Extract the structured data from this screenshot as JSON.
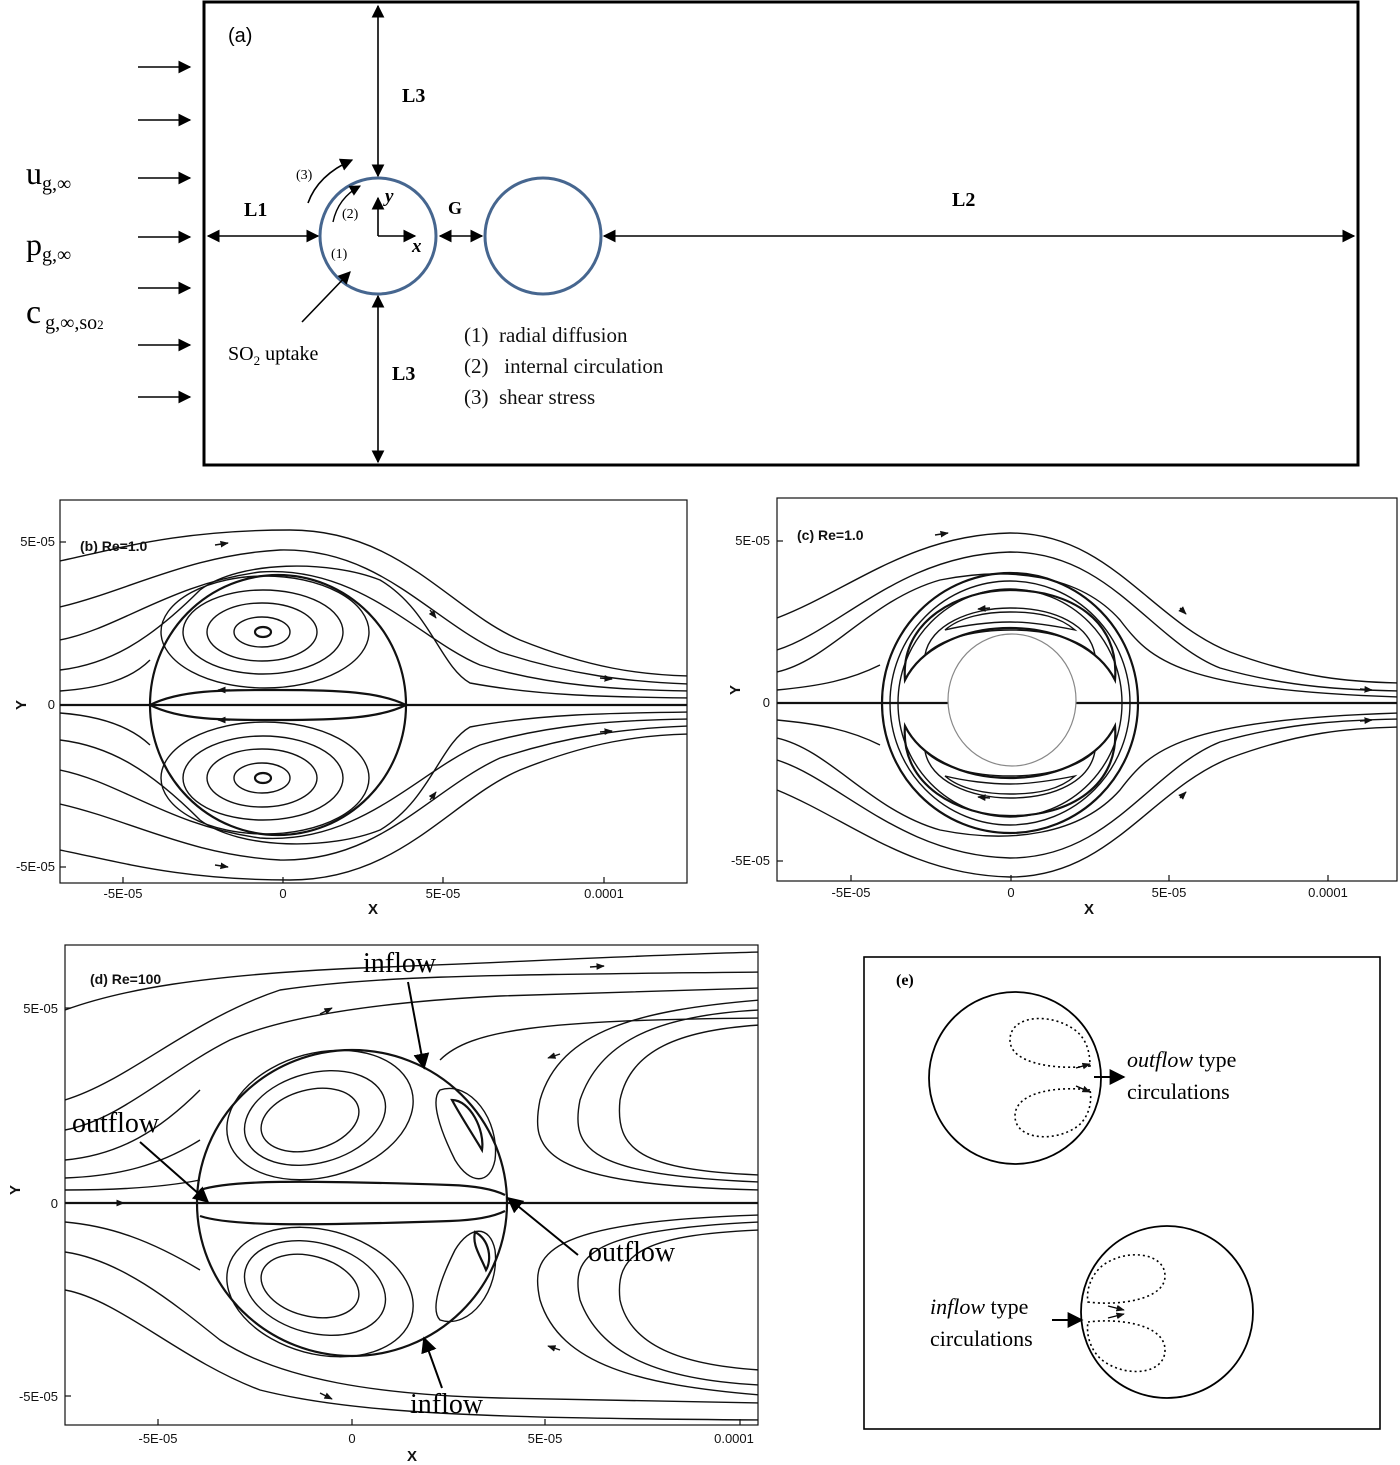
{
  "panel_a": {
    "tag": "(a)",
    "inlet_labels": {
      "velocity": "u",
      "velocity_sub": "g,∞",
      "pressure": "p",
      "pressure_sub": "g,∞",
      "conc": "c",
      "conc_sub": "g,∞,so",
      "conc_sub2": "2"
    },
    "dims": {
      "L1": "L1",
      "L2": "L2",
      "L3_top": "L3",
      "L3_bottom": "L3",
      "G": "G"
    },
    "axes": {
      "x": "x",
      "y": "y"
    },
    "mechanism_marks": [
      "(1)",
      "(2)",
      "(3)"
    ],
    "uptake": {
      "text": "SO",
      "sub": "2",
      "rest": " uptake"
    },
    "legend": [
      "(1)  radial diffusion",
      "(2)   internal circulation",
      "(3)  shear stress"
    ],
    "colors": {
      "droplet": "#46668f",
      "frame": "#000000"
    }
  },
  "panel_b": {
    "tag": "(b) Re=1.0",
    "xlabel": "X",
    "ylabel": "Y",
    "xticks": [
      "-5E-05",
      "0",
      "5E-05",
      "0.0001"
    ],
    "yticks": [
      "5E-05",
      "0",
      "-5E-05"
    ]
  },
  "panel_c": {
    "tag": "(c) Re=1.0",
    "xlabel": "X",
    "ylabel": "Y",
    "xticks": [
      "-5E-05",
      "0",
      "5E-05",
      "0.0001"
    ],
    "yticks": [
      "5E-05",
      "0",
      "-5E-05"
    ]
  },
  "panel_d": {
    "tag": "(d) Re=100",
    "xlabel": "X",
    "ylabel": "Y",
    "xticks": [
      "-5E-05",
      "0",
      "5E-05",
      "0.0001"
    ],
    "yticks": [
      "5E-05",
      "0",
      "-5E-05"
    ],
    "annotations": {
      "inflow_top": "inflow",
      "inflow_bottom": "inflow",
      "outflow_left": "outflow",
      "outflow_right": "outflow"
    }
  },
  "panel_e": {
    "tag": "(e)",
    "outflow_italic": "outflow",
    "outflow_rest": " type",
    "outflow_line2": "circulations",
    "inflow_italic": "inflow",
    "inflow_rest": " type",
    "inflow_line2": "circulations"
  }
}
